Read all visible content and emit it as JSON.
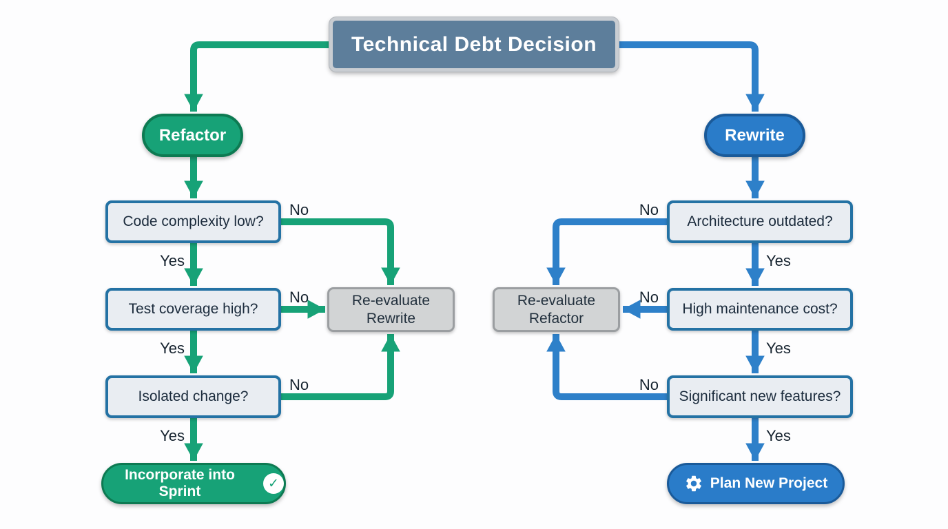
{
  "title": "Technical Debt Decision",
  "labels": {
    "yes": "Yes",
    "no": "No"
  },
  "refactor_branch": {
    "label": "Refactor",
    "question1": "Code complexity low?",
    "question2": "Test coverage high?",
    "question3": "Isolated change?",
    "reevaluate": "Re-evaluate Rewrite",
    "terminal": "Incorporate into Sprint",
    "terminal_icon": "check-circle-icon",
    "check_glyph": "✓"
  },
  "rewrite_branch": {
    "label": "Rewrite",
    "question1": "Architecture outdated?",
    "question2": "High maintenance cost?",
    "question3": "Significant new features?",
    "reevaluate": "Re-evaluate Refactor",
    "terminal": "Plan New Project",
    "terminal_icon": "gear-icon"
  },
  "colors": {
    "background": "#fdfdfe",
    "green": "#17a277",
    "green-dark": "#0d7a52",
    "blue": "#2e80c9",
    "blue-pill": "#2a7cc9",
    "blue-dark": "#1a5a99",
    "title-fill": "#5d7e9b",
    "title-border": "#c9cdd2",
    "question-fill": "#e9edf2",
    "question-border": "#2472a4",
    "gray-fill": "#d2d4d5",
    "gray-border": "#9b9ea1",
    "ink": "#1b2b3c"
  }
}
